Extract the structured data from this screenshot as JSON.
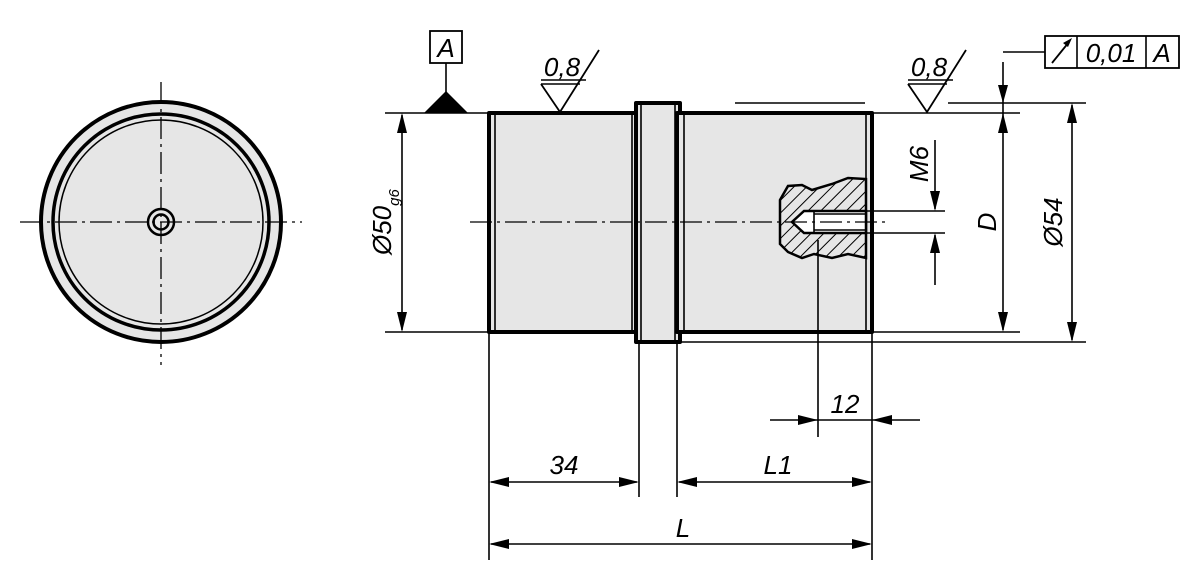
{
  "datum": {
    "letter": "A"
  },
  "surface": {
    "left": "0,8",
    "right": "0,8"
  },
  "runout": {
    "tolerance": "0,01",
    "datum": "A"
  },
  "dims": {
    "dia50": "Ø50",
    "dia50_fit": "g6",
    "dia54": "Ø54",
    "D": "D",
    "M6": "M6",
    "d12": "12",
    "d34": "34",
    "L1": "L1",
    "L": "L"
  },
  "icons": {
    "runout": "circular-runout-arrow-icon",
    "surface": "surface-finish-triangle-icon",
    "datum": "datum-triangle-icon"
  }
}
